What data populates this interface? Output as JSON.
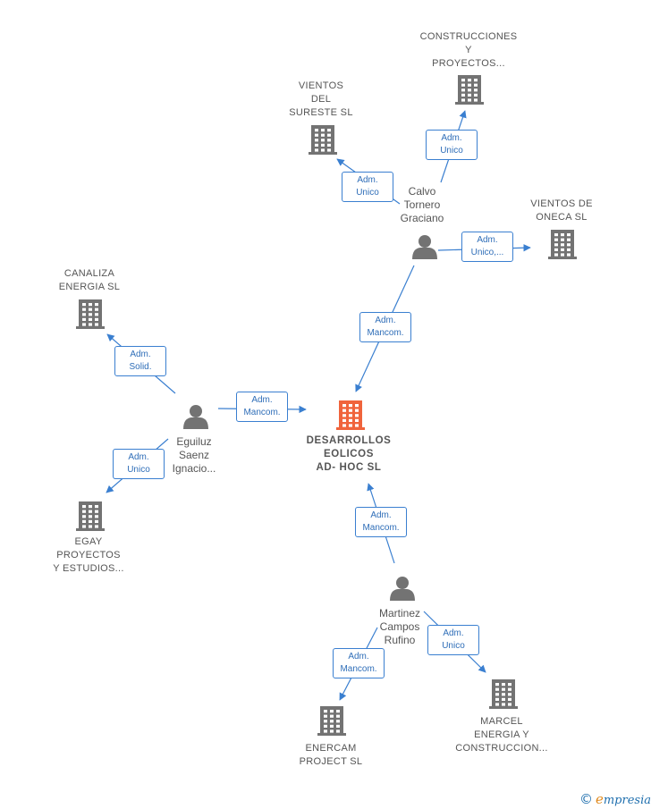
{
  "diagram": {
    "nodes": [
      {
        "id": "center",
        "kind": "center",
        "label": "DESARROLLOS\nEOLICOS\nAD-  HOC  SL"
      },
      {
        "id": "calvo",
        "kind": "person",
        "label": "Calvo\nTornero\nGraciano"
      },
      {
        "id": "eguiluz",
        "kind": "person",
        "label": "Eguiluz\nSaenz\nIgnacio..."
      },
      {
        "id": "martinez",
        "kind": "person",
        "label": "Martinez\nCampos\nRufino"
      },
      {
        "id": "construcciones",
        "kind": "company",
        "label": "CONSTRUCCIONES\nY\nPROYECTOS..."
      },
      {
        "id": "vientos_sureste",
        "kind": "company",
        "label": "VIENTOS\nDEL\nSURESTE SL"
      },
      {
        "id": "vientos_oneca",
        "kind": "company",
        "label": "VIENTOS DE\nONECA SL"
      },
      {
        "id": "canaliza",
        "kind": "company",
        "label": "CANALIZA\nENERGIA SL"
      },
      {
        "id": "egay",
        "kind": "company",
        "label": "EGAY\nPROYECTOS\nY ESTUDIOS..."
      },
      {
        "id": "enercam",
        "kind": "company",
        "label": "ENERCAM\nPROJECT  SL"
      },
      {
        "id": "marcel",
        "kind": "company",
        "label": "MARCEL\nENERGIA Y\nCONSTRUCCION..."
      }
    ],
    "edges": [
      {
        "from": "calvo",
        "to": "center",
        "label": "Adm.\nMancom."
      },
      {
        "from": "calvo",
        "to": "construcciones",
        "label": "Adm.\nUnico"
      },
      {
        "from": "calvo",
        "to": "vientos_sureste",
        "label": "Adm.\nUnico"
      },
      {
        "from": "calvo",
        "to": "vientos_oneca",
        "label": "Adm.\nUnico,..."
      },
      {
        "from": "eguiluz",
        "to": "center",
        "label": "Adm.\nMancom."
      },
      {
        "from": "eguiluz",
        "to": "canaliza",
        "label": "Adm.\nSolid."
      },
      {
        "from": "eguiluz",
        "to": "egay",
        "label": "Adm.\nUnico"
      },
      {
        "from": "martinez",
        "to": "center",
        "label": "Adm.\nMancom."
      },
      {
        "from": "martinez",
        "to": "enercam",
        "label": "Adm.\nMancom."
      },
      {
        "from": "martinez",
        "to": "marcel",
        "label": "Adm.\nUnico"
      }
    ],
    "colors": {
      "edge": "#3a7fd0",
      "company_icon": "#737373",
      "center_icon": "#f0643c",
      "person_icon": "#737373"
    }
  },
  "footer": {
    "copyright": "©",
    "brand_initial": "e",
    "brand_rest": "mpresia"
  }
}
